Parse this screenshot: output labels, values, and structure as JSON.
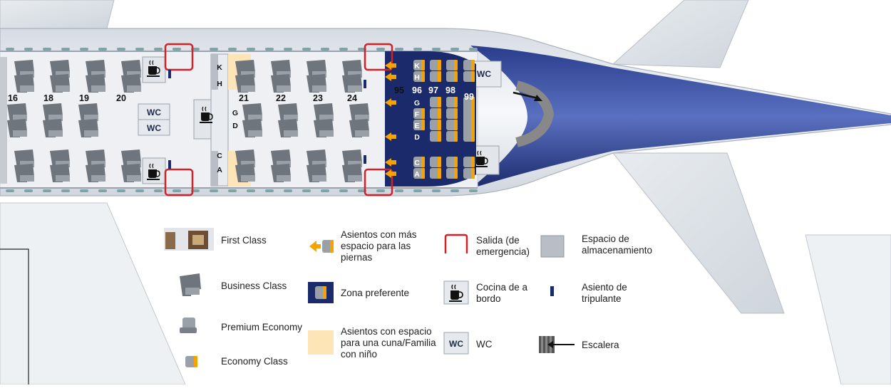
{
  "title": "Seat map",
  "rows": {
    "business": [
      "16",
      "18",
      "19",
      "20",
      "21",
      "22",
      "23",
      "24"
    ],
    "economy": [
      "95",
      "96",
      "97",
      "98",
      "99"
    ]
  },
  "seat_letters": {
    "business_right": [
      "K",
      "H",
      "G",
      "D",
      "C",
      "A"
    ],
    "economy": [
      "K",
      "H",
      "G",
      "F",
      "E",
      "D",
      "C",
      "A"
    ]
  },
  "wc_label": "WC",
  "legend": {
    "first_class": "First Class",
    "business_class": "Business Class",
    "premium_economy": "Premium Economy",
    "economy_class": "Economy Class",
    "extra_legroom": "Asientos con más espacio para las piernas",
    "preferred_zone": "Zona preferente",
    "bassinet": "Asientos con espacio para una cuna/Familia con niño",
    "exit": "Salida (de emergencia)",
    "galley": "Cocina de a bordo",
    "wc": "WC",
    "storage": "Espacio de almacenamiento",
    "crew_seat": "Asiento de tripulante",
    "stairs": "Escalera"
  },
  "colors": {
    "navy": "#1b2a6b",
    "orange": "#f5a300",
    "exit_red": "#d42127",
    "bassinet": "#fde5b8",
    "seat_gray": "#9aa0a8",
    "storage_gray": "#b9bec6"
  }
}
